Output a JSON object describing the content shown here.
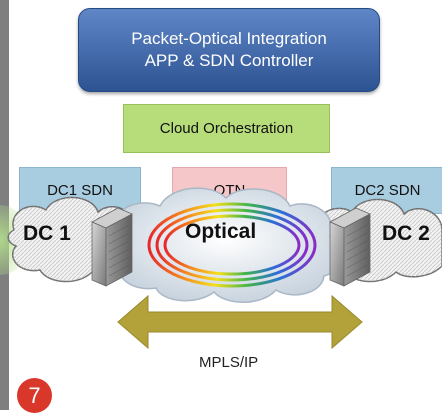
{
  "controller": {
    "line1": "Packet-Optical  Integration",
    "line2": "APP &  SDN Controller"
  },
  "orchestration": {
    "label": "Cloud Orchestration"
  },
  "sdn": {
    "dc1": "DC1 SDN",
    "otn": "OTN",
    "dc2": "DC2 SDN"
  },
  "network": {
    "dc1": "DC 1",
    "optical": "Optical",
    "dc2": "DC 2"
  },
  "transport": {
    "label": "MPLS/IP"
  },
  "slide": {
    "number": "7"
  },
  "colors": {
    "controller": "#3a64a8",
    "orchestration": "#b7dd7a",
    "sdn": "#a9cde0",
    "otn": "#f5c7c9",
    "arrow": "#b3a23a",
    "badge": "#d9372a"
  }
}
